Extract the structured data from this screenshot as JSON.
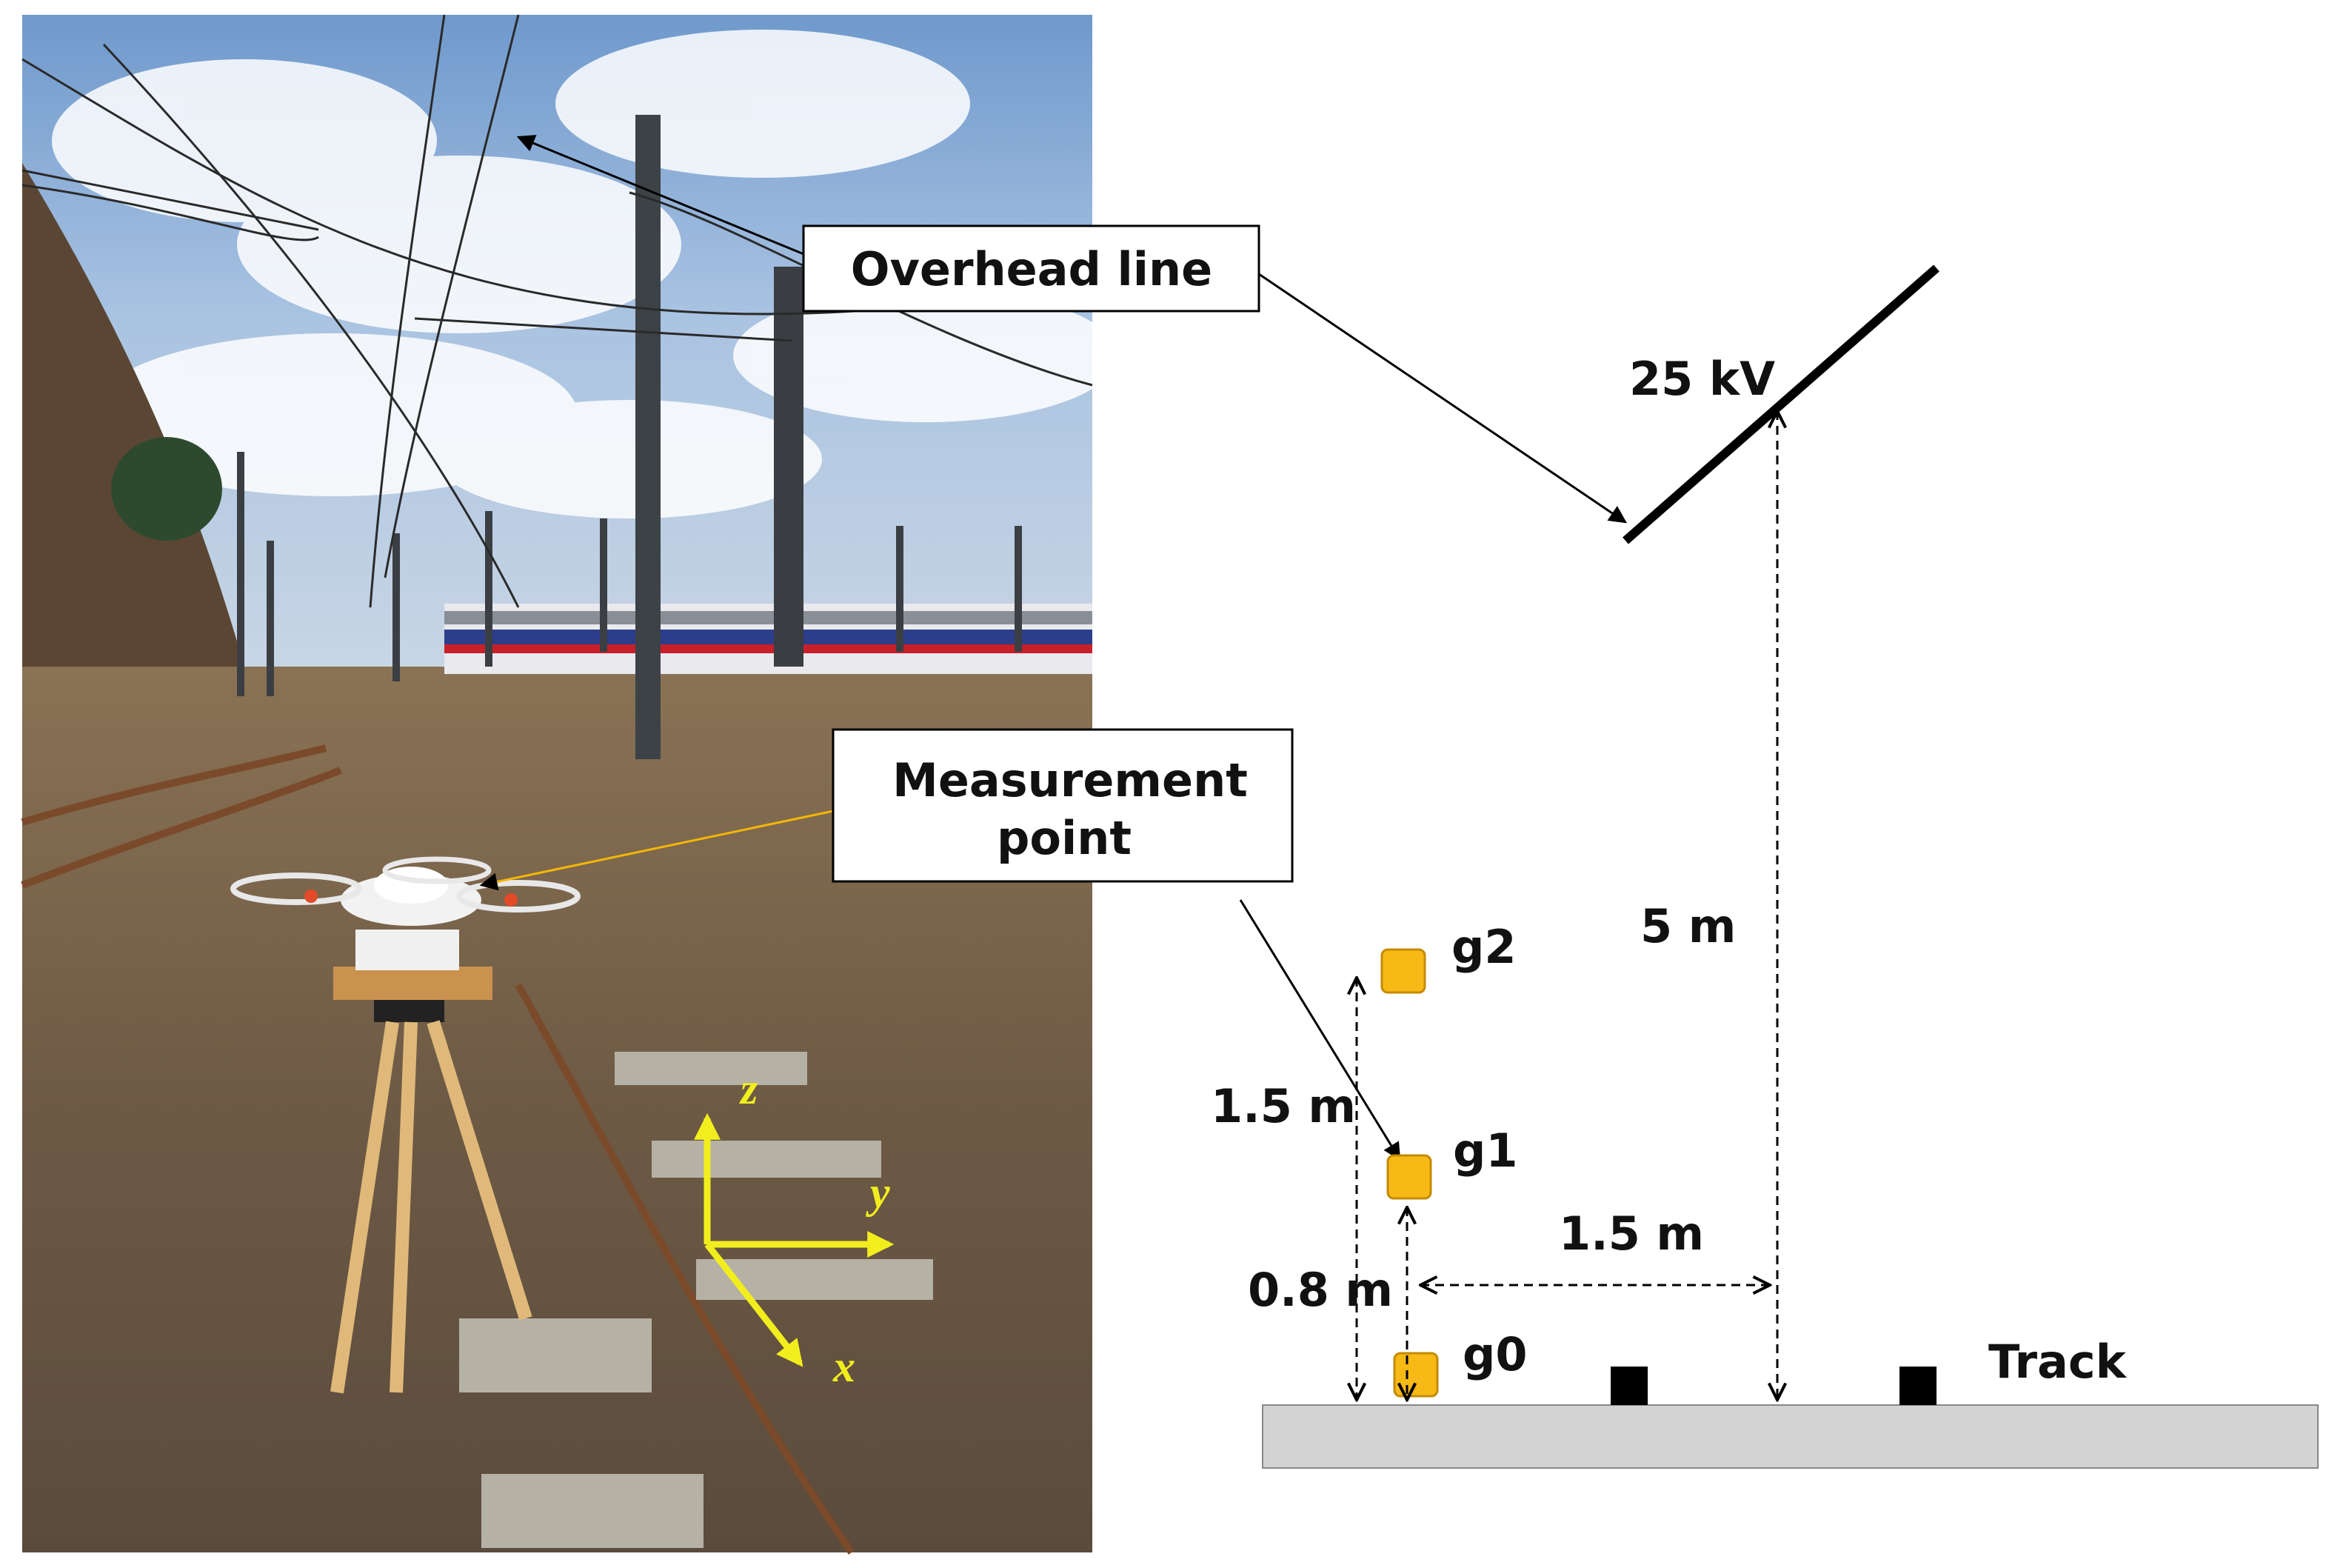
{
  "callouts": {
    "overhead_line": "Overhead line",
    "measurement_point_line1": "Measurement",
    "measurement_point_line2": "point"
  },
  "photo_axes": {
    "z": "z",
    "y": "y",
    "x": "x"
  },
  "schematic": {
    "voltage": "25 kV",
    "height_to_line": "5 m",
    "gauge_spacing": "1.5 m",
    "horizontal_offset": "1.5 m",
    "g0_height": "0.8 m",
    "track": "Track",
    "gauges": [
      "g2",
      "g1",
      "g0"
    ]
  },
  "colors": {
    "gauge_fill": "#f6b915",
    "gauge_stroke": "#c58a00",
    "axis_arrows": "#f2ee1e",
    "ground": "#d3d3d3",
    "sky": "#7fa5d1",
    "rail_ballast": "#6f5a45"
  }
}
